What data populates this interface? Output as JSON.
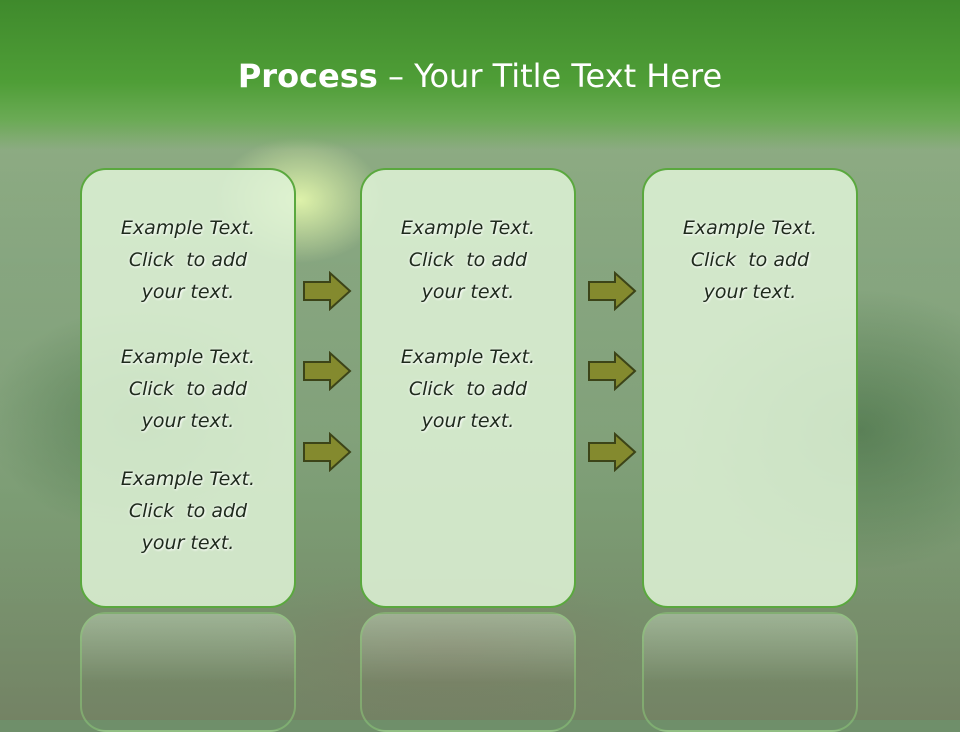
{
  "title": {
    "bold": "Process",
    "rest": " – Your Title Text Here"
  },
  "panels": [
    {
      "blocks": [
        [
          "Example Text.",
          "Click  to add",
          "your text."
        ],
        [
          "Example Text.",
          "Click  to add",
          "your text."
        ],
        [
          "Example Text.",
          "Click  to add",
          "your text."
        ]
      ]
    },
    {
      "blocks": [
        [
          "Example Text.",
          "Click  to add",
          "your text."
        ],
        [
          "Example Text.",
          "Click  to add",
          "your text."
        ]
      ]
    },
    {
      "blocks": [
        [
          "Example Text.",
          "Click  to add",
          "your text."
        ]
      ]
    }
  ],
  "colors": {
    "header_green": "#4f9e37",
    "panel_border": "#5aa83e",
    "panel_fill": "#def2d6",
    "arrow_fill": "#848a2e",
    "arrow_stroke": "#3c4418"
  },
  "icons": [
    "right-arrow-icon"
  ]
}
